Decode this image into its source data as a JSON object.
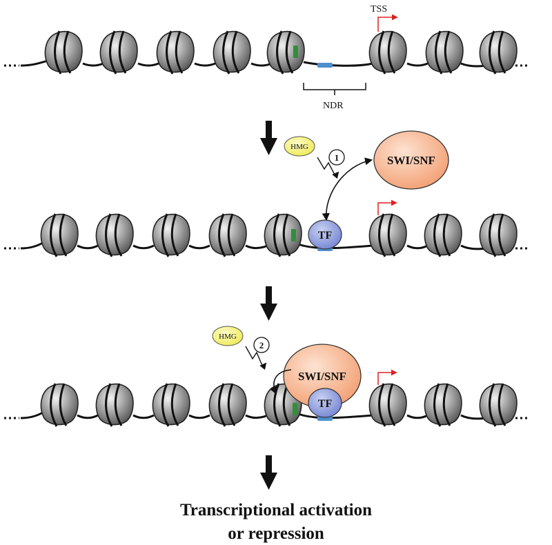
{
  "labels": {
    "tss": "TSS",
    "ndr": "NDR",
    "hmg": "HMG",
    "step1": "1",
    "step2": "2",
    "swi_snf": "SWI/SNF",
    "tf": "TF",
    "outcome_line1": "Transcriptional activation",
    "outcome_line2": "or repression"
  },
  "colors": {
    "nucleosome": "#7a7a7a",
    "dna": "#111111",
    "green_site": "#2f8f3a",
    "blue_site": "#4f8fd0",
    "hmg": "#f4f060",
    "swi_snf": "#f2a67a",
    "tf": "#7f8fd4",
    "tss_arrow": "#e02020"
  }
}
